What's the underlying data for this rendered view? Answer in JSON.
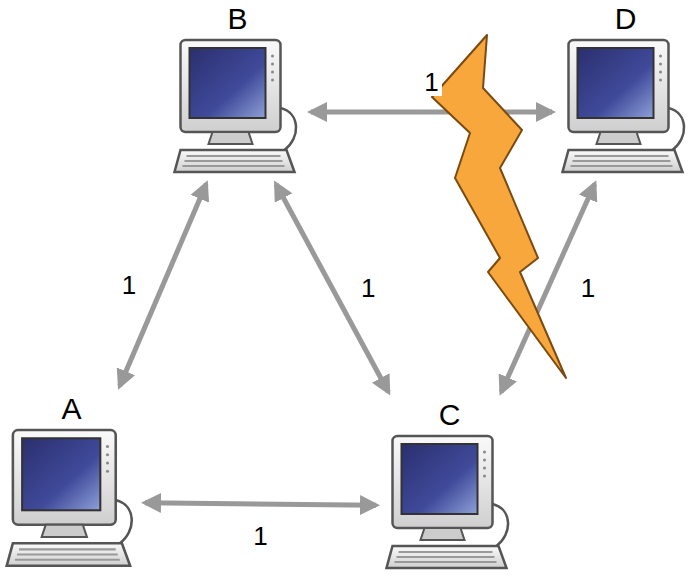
{
  "diagram": {
    "nodes": [
      {
        "text": [
          "B"
        ]
      },
      {
        "text": [
          "D"
        ]
      },
      {
        "text": [
          "A"
        ]
      },
      {
        "text": [
          "C"
        ]
      }
    ],
    "edges": [
      {
        "from": 0,
        "to": 1,
        "label": "1",
        "arrow": "both"
      },
      {
        "from": 2,
        "to": 0,
        "label": "1",
        "arrow": "both"
      },
      {
        "from": 0,
        "to": 3,
        "label": "1",
        "arrow": "both"
      },
      {
        "from": 3,
        "to": 1,
        "label": "1",
        "arrow": "both"
      },
      {
        "from": 2,
        "to": 3,
        "label": "1",
        "arrow": "both"
      }
    ]
  }
}
